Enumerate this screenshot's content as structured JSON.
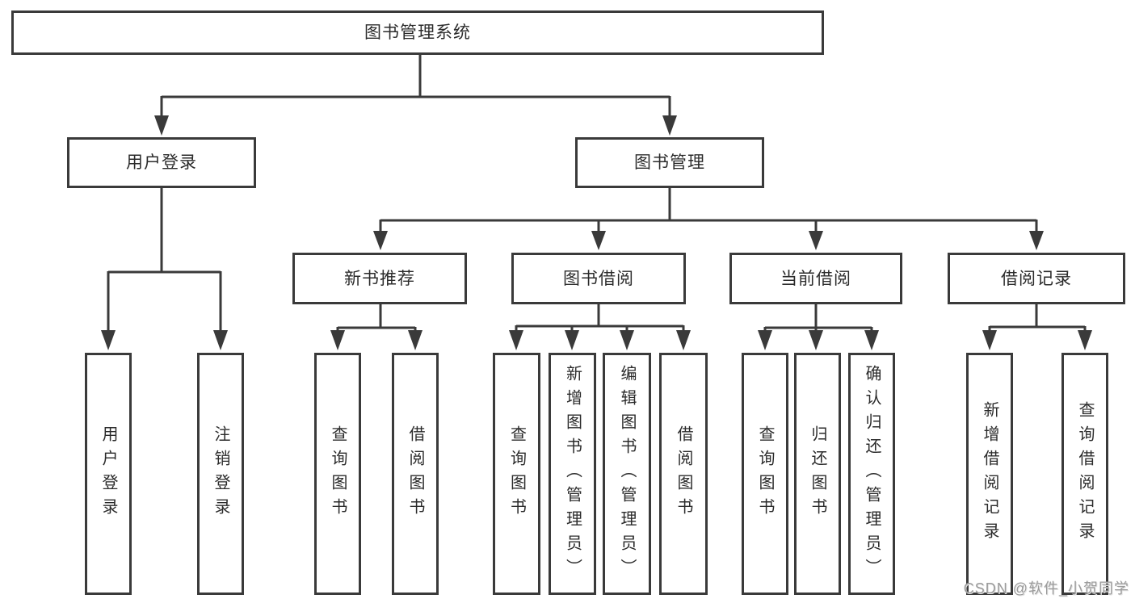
{
  "diagram_title": "图书管理系统",
  "nodes": {
    "root": "图书管理系统",
    "user_login": "用户登录",
    "book_mgmt": "图书管理",
    "new_book": "新书推荐",
    "book_borrow": "图书借阅",
    "current_borrow": "当前借阅",
    "borrow_records": "借阅记录"
  },
  "leaves": {
    "user_login": [
      "用户登录",
      "注销登录"
    ],
    "new_book": [
      "查询图书",
      "借阅图书"
    ],
    "book_borrow": [
      "查询图书",
      "新增图书（管理员）",
      "编辑图书（管理员）",
      "借阅图书"
    ],
    "current_borrow": [
      "查询图书",
      "归还图书",
      "确认归还（管理员）"
    ],
    "borrow_records": [
      "新增借阅记录",
      "查询借阅记录"
    ]
  },
  "watermark": "CSDN @软件_小贺同学",
  "colors": {
    "line": "#3a3a3a",
    "box_border": "#3a3a3a",
    "text": "#2b2b2b",
    "watermark": "#9b9b9b",
    "background": "#ffffff"
  }
}
